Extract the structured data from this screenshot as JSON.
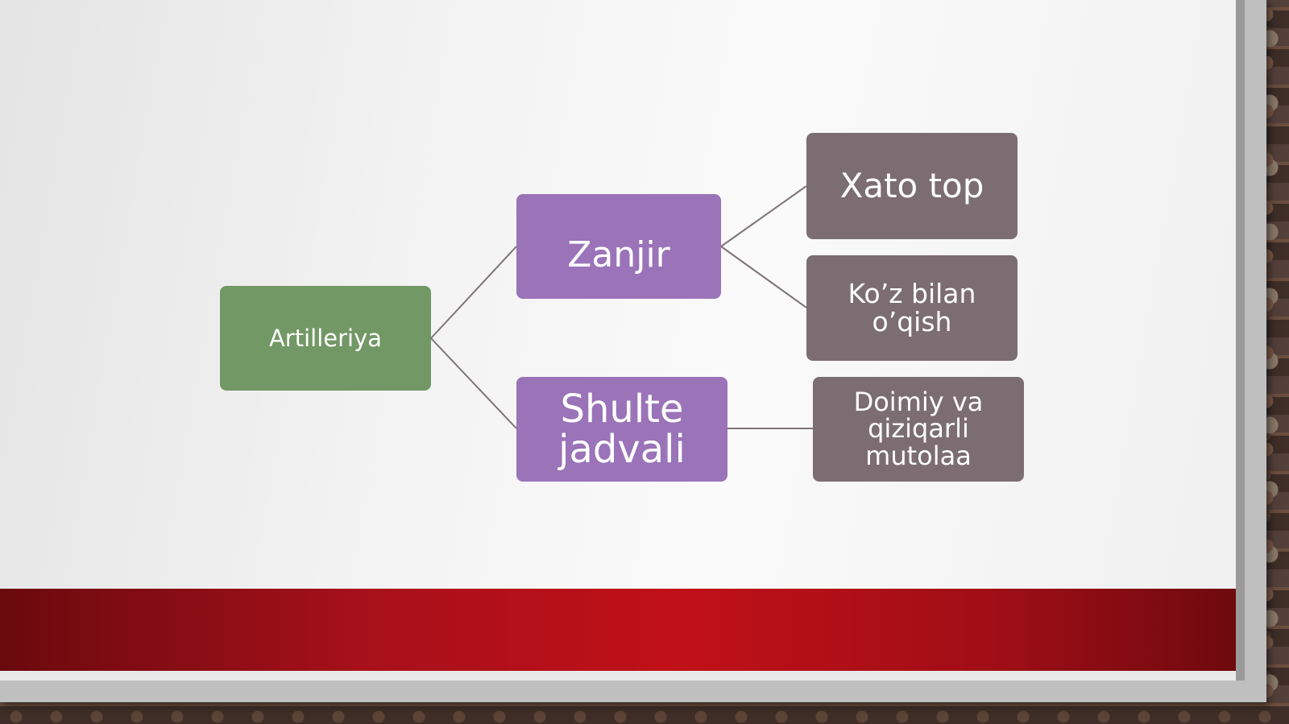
{
  "diagram": {
    "root": {
      "label": "Artilleriya"
    },
    "branches": [
      {
        "label": "Zanjir"
      },
      {
        "label": "Shulte\njadvali"
      }
    ],
    "leaves": [
      {
        "label": "Xato top"
      },
      {
        "label": "Ko’z bilan\no’qish"
      },
      {
        "label": "Doimiy va\nqiziqarli\nmutolaa"
      }
    ],
    "colors": {
      "root": "#729865",
      "branch": "#9a73b8",
      "leaf": "#7c6d73",
      "connector": "#7e7478",
      "band": "#c01018"
    }
  }
}
